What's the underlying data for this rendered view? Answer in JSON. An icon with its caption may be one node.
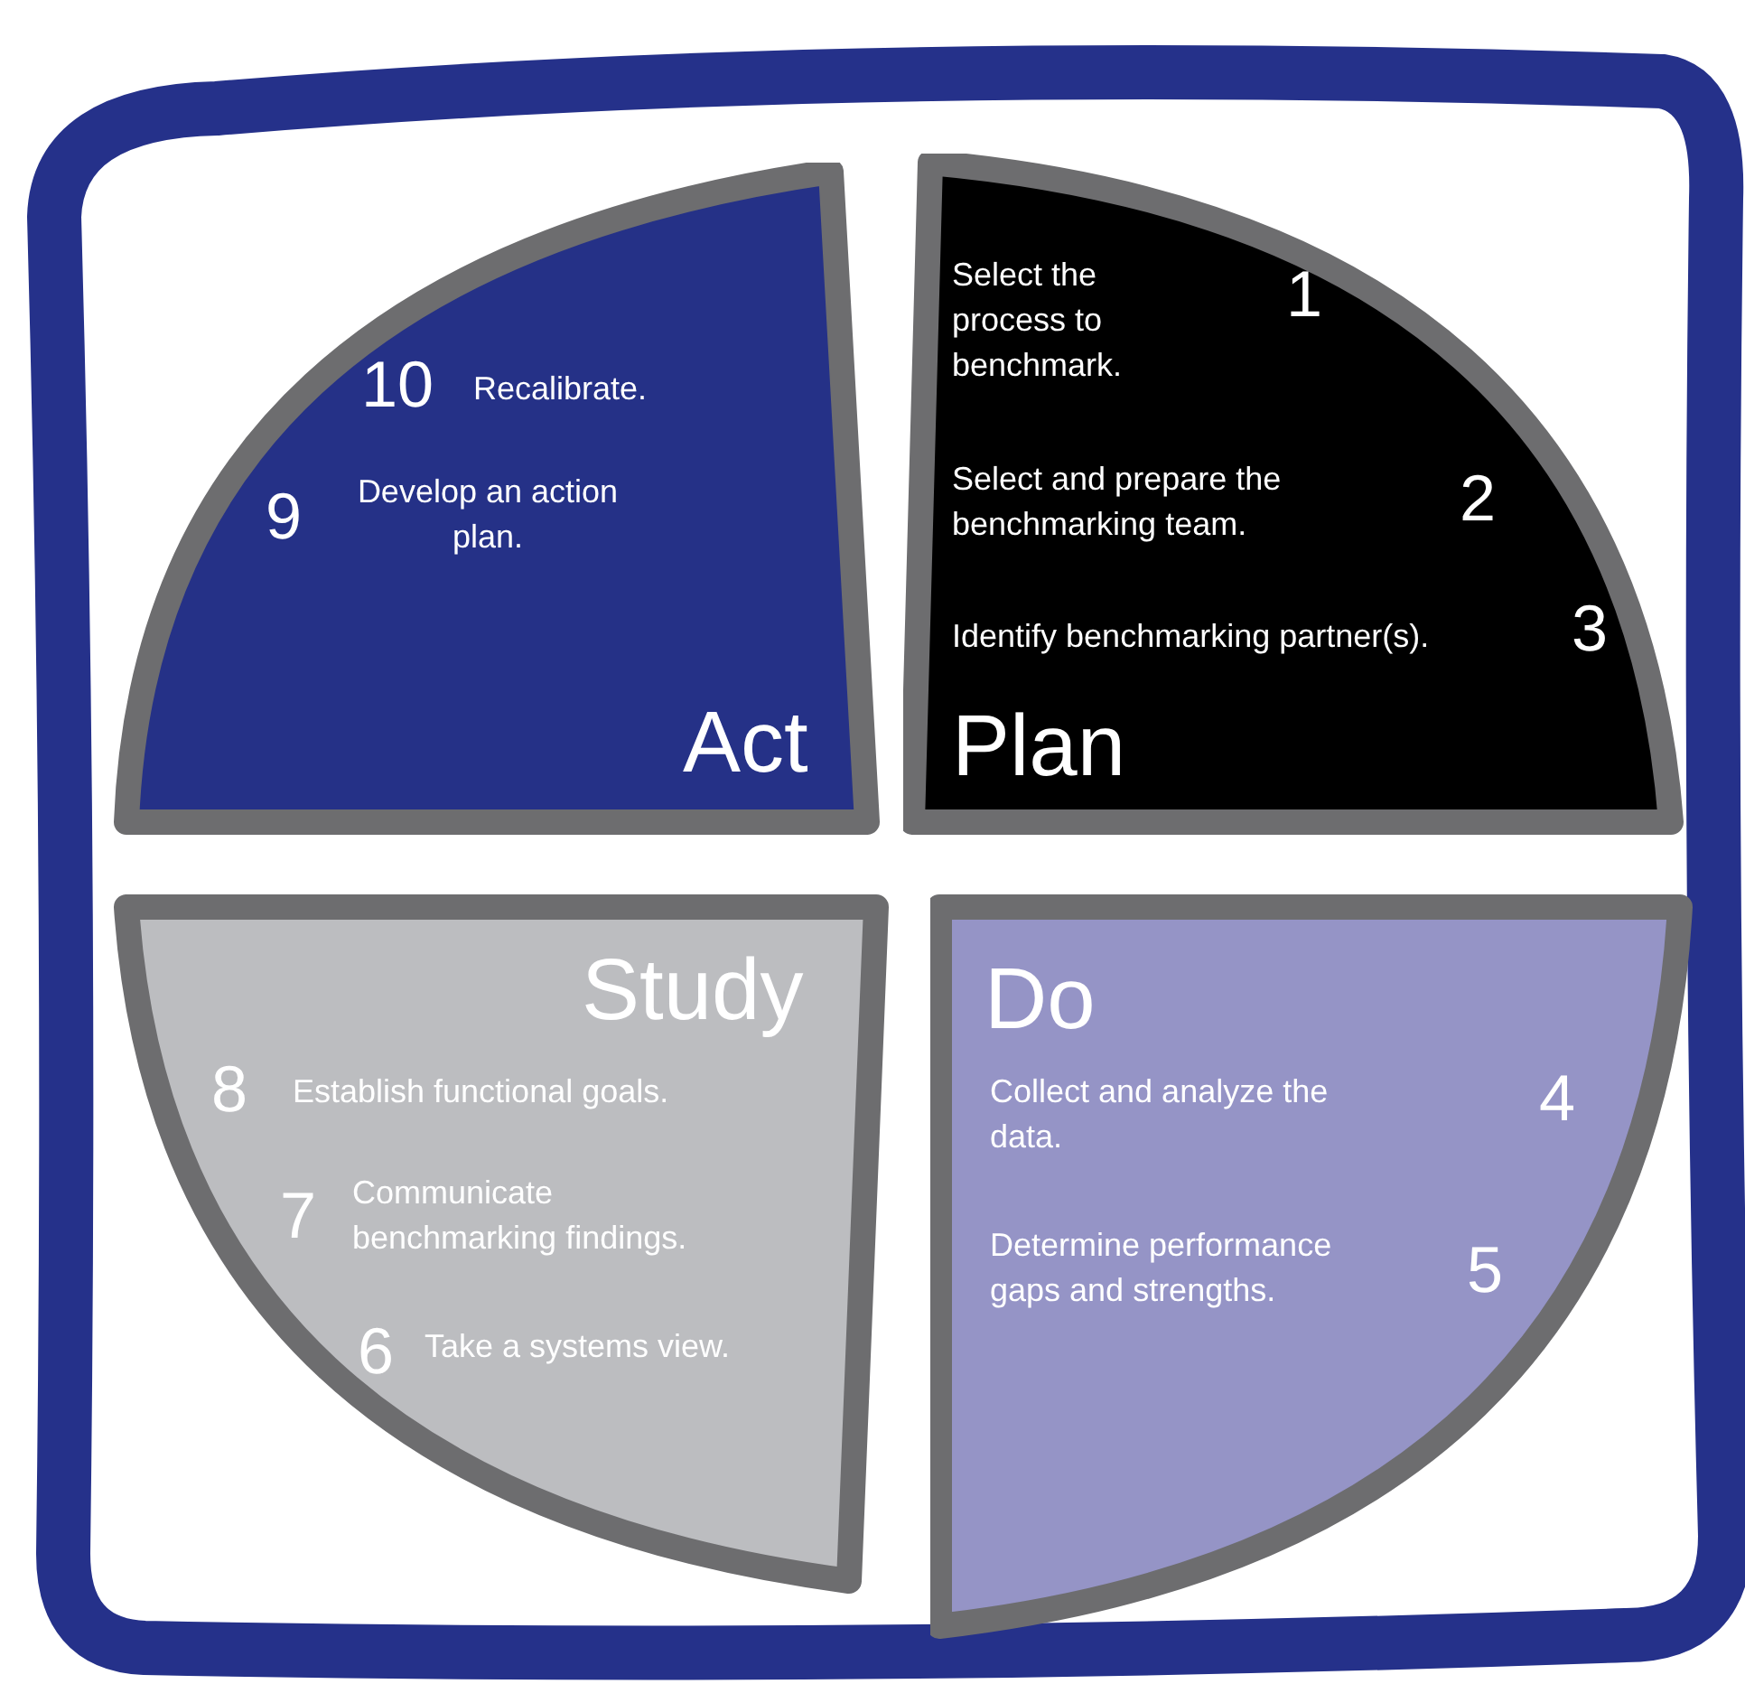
{
  "diagram": {
    "nodes": [
      {
        "text": [
          "10",
          "Recalibrate.",
          "9",
          "Develop an action plan.",
          "Act"
        ]
      },
      {
        "text": [
          "Select the process to benchmark.",
          "1",
          "Select and prepare the benchmarking team.",
          "2",
          "Identify benchmarking partner(s).",
          "3",
          "Plan"
        ]
      },
      {
        "text": [
          "Study",
          "8",
          "Establish functional goals.",
          "7",
          "Communicate benchmarking findings.",
          "6",
          "Take a systems view."
        ]
      },
      {
        "text": [
          "Do",
          "Collect and analyze the data.",
          "4",
          "Determine performance gaps and strengths.",
          "5"
        ]
      }
    ]
  }
}
